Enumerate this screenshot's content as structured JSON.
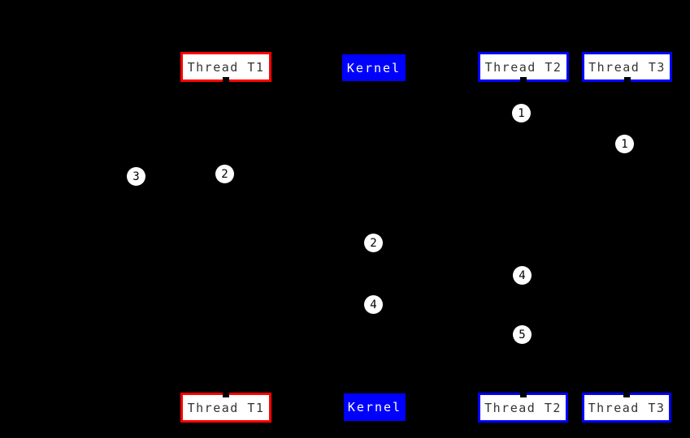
{
  "diagram": {
    "description": "Thread and kernel sequence diagram on black background",
    "background_color": "#000000",
    "colors": {
      "thread_t1_border": "#ff0000",
      "thread_t2_border": "#0000ff",
      "thread_t3_border": "#0000ff",
      "kernel_fill": "#0000ff",
      "box_fill": "#ffffff",
      "box_text": "#333333",
      "kernel_text": "#ffffff",
      "marker_fill": "#ffffff",
      "marker_text": "#000000"
    },
    "top_nodes": [
      {
        "label": "Thread T1"
      },
      {
        "label": "Kernel"
      },
      {
        "label": "Thread T2"
      },
      {
        "label": "Thread T3"
      }
    ],
    "bottom_nodes": [
      {
        "label": "Thread T1"
      },
      {
        "label": "Kernel"
      },
      {
        "label": "Thread T2"
      },
      {
        "label": "Thread T3"
      }
    ],
    "step_markers": [
      {
        "label": "1"
      },
      {
        "label": "1"
      },
      {
        "label": "2"
      },
      {
        "label": "3"
      },
      {
        "label": "2"
      },
      {
        "label": "4"
      },
      {
        "label": "4"
      },
      {
        "label": "5"
      }
    ]
  }
}
